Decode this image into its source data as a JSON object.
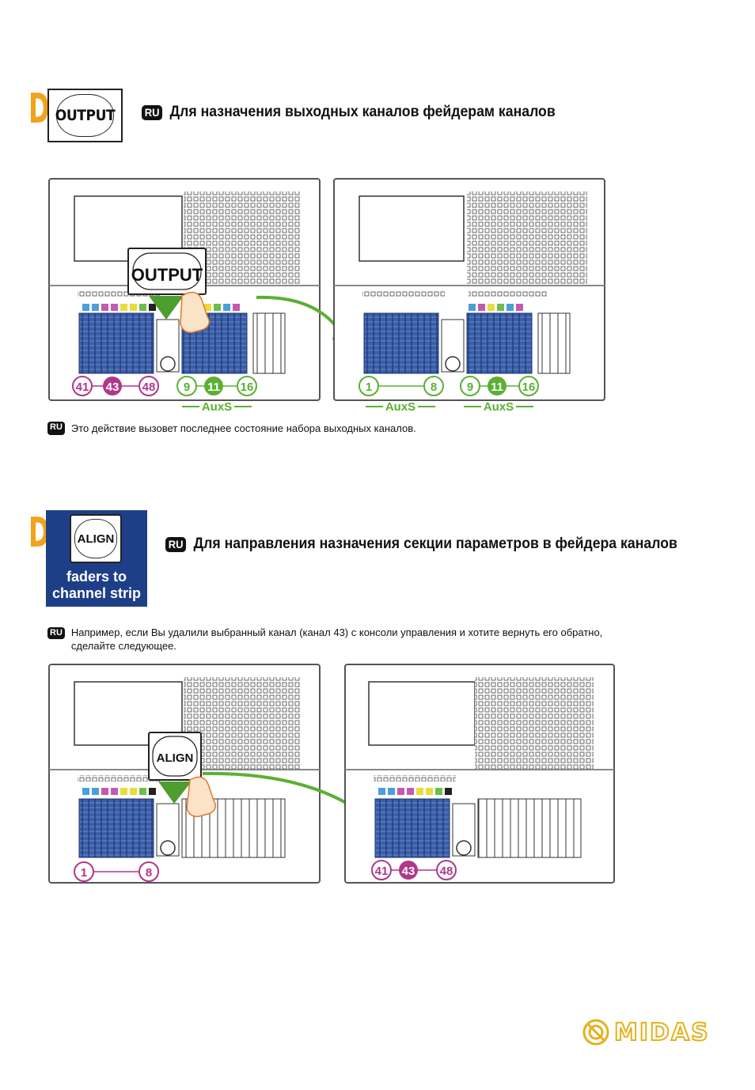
{
  "section1": {
    "step_letter": "D",
    "button_label": "OUTPUT",
    "lang_badge": "RU",
    "heading": "Для назначения выходных каналов фейдерам каналов",
    "figure": {
      "callout_label": "OUTPUT",
      "left_labels": [
        "41",
        "43",
        "48",
        "9",
        "11",
        "16"
      ],
      "right_labels": [
        "1",
        "8",
        "9",
        "11",
        "16"
      ],
      "auxs_label": "AuxS"
    },
    "note": "Это действие вызовет последнее состояние набора выходных каналов."
  },
  "section2": {
    "step_letter": "D",
    "key_label": "ALIGN",
    "key_caption": "faders to channel strip",
    "lang_badge": "RU",
    "heading": "Для направления назначения секции параметров в фейдера каналов",
    "note_line1": "Например, если Вы удалили выбранный канал (канал 43)  с консоли управления и хотите вернуть его обратно,",
    "note_line2": "сделайте следующее.",
    "figure": {
      "callout_label": "ALIGN",
      "left_labels": [
        "1",
        "8"
      ],
      "right_labels": [
        "41",
        "43",
        "48"
      ]
    }
  },
  "brand": "MIDAS",
  "colors": {
    "accent_orange": "#f2a21b",
    "panel_blue": "#1e3f88",
    "green": "#5bb033",
    "magenta": "#b0378a"
  }
}
